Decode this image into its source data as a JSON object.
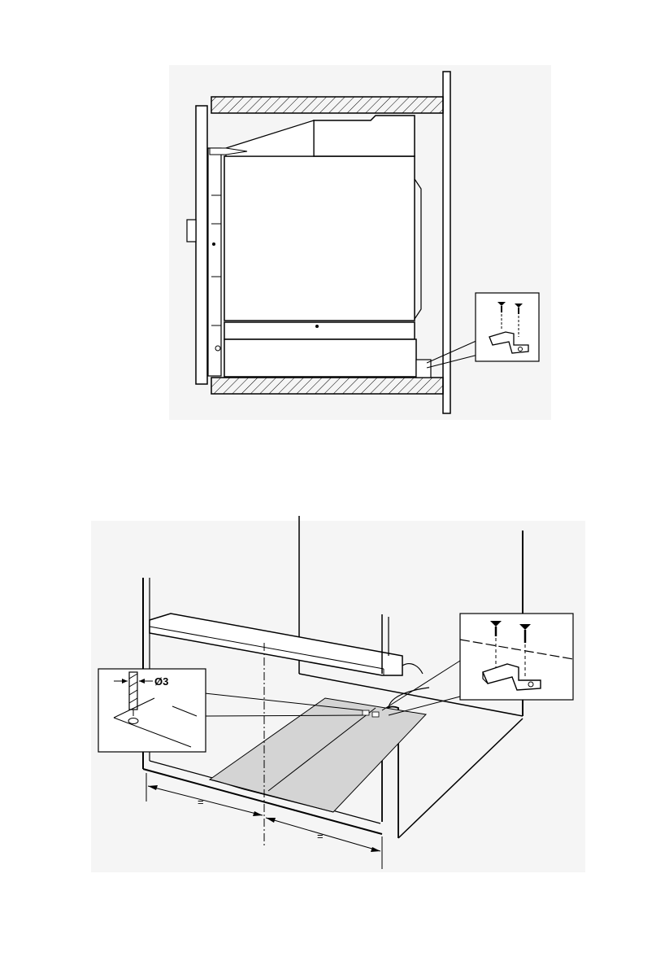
{
  "figures": [
    {
      "id": "side-section-view",
      "detail_inset": "bracket-screw-detail"
    },
    {
      "id": "cabinet-perspective-view",
      "drill_diameter_label": "Ø3",
      "spacing_left_label": "=",
      "spacing_right_label": "=",
      "detail_insets": [
        "drill-hole-detail",
        "bracket-screw-detail"
      ]
    }
  ],
  "colors": {
    "line": "#000000",
    "template_fill": "#d4d4d4",
    "background": "#ffffff",
    "photo_bg": "#f3f3f3"
  }
}
